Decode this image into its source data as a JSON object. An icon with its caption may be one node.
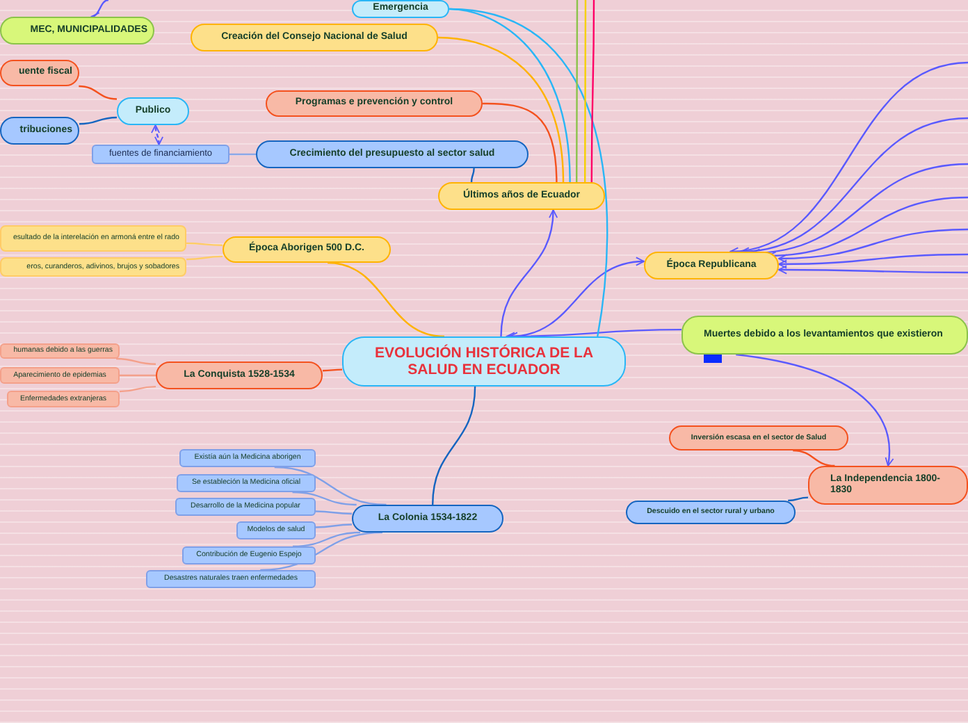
{
  "diagram": {
    "nodes": [
      {
        "text": [
          "Emergencia"
        ]
      },
      {
        "text": [
          "MEC, MUNICIPALIDADES"
        ]
      },
      {
        "text": [
          "Creación del Consejo Nacional de Salud"
        ]
      },
      {
        "text": [
          "uente fiscal"
        ]
      },
      {
        "text": [
          "Programas e prevención y control"
        ]
      },
      {
        "text": [
          "Publico"
        ]
      },
      {
        "text": [
          "tribuciones"
        ]
      },
      {
        "text": [
          "fuentes de financiamiento"
        ]
      },
      {
        "text": [
          "Crecimiento del presupuesto al sector salud"
        ]
      },
      {
        "text": [
          "Últimos años de Ecuador"
        ]
      },
      {
        "text": [
          "Época Aborigen 500 D.C."
        ]
      },
      {
        "text": [
          "esultado de la interelación en armoná entre el rado"
        ]
      },
      {
        "text": [
          "eros, curanderos, adivinos, brujos y sobadores"
        ]
      },
      {
        "text": [
          "Época Republicana"
        ]
      },
      {
        "text": [
          "Muertes debido a los levantamientos que existieron"
        ]
      },
      {
        "text": [
          "EVOLUCIÓN HISTÓRICA DE LA SALUD EN ECUADOR"
        ]
      },
      {
        "text": [
          "humanas debido a las guerras"
        ]
      },
      {
        "text": [
          "Aparecimiento de epidemias"
        ]
      },
      {
        "text": [
          "Enfermedades extranjeras"
        ]
      },
      {
        "text": [
          "La Conquista 1528-1534"
        ]
      },
      {
        "text": [
          "Inversión escasa en el sector de Salud"
        ]
      },
      {
        "text": [
          "Existía aún la Medicina aborigen"
        ]
      },
      {
        "text": [
          "Se estableción la Medicina oficial"
        ]
      },
      {
        "text": [
          "La Independencia 1800-1830"
        ]
      },
      {
        "text": [
          "Desarrollo de la Medicina popular"
        ]
      },
      {
        "text": [
          "Descuido en el sector rural y urbano"
        ]
      },
      {
        "text": [
          "La Colonia 1534-1822"
        ]
      },
      {
        "text": [
          "Modelos de salud"
        ]
      },
      {
        "text": [
          "Contribución de Eugenio Espejo"
        ]
      },
      {
        "text": [
          "Desastres naturales traen enfermedades"
        ]
      }
    ],
    "edges": [
      {
        "from": 15,
        "to": 10,
        "arrow": "none",
        "color": "#ffb300"
      },
      {
        "from": 10,
        "to": 11,
        "arrow": "none",
        "color": "#ffcc66"
      },
      {
        "from": 10,
        "to": 12,
        "arrow": "none",
        "color": "#ffcc66"
      },
      {
        "from": 15,
        "to": 19,
        "arrow": "none",
        "color": "#f4511e"
      },
      {
        "from": 19,
        "to": 16,
        "arrow": "none",
        "color": "#f4a08a"
      },
      {
        "from": 19,
        "to": 17,
        "arrow": "none",
        "color": "#f4a08a"
      },
      {
        "from": 19,
        "to": 18,
        "arrow": "none",
        "color": "#f4a08a"
      },
      {
        "from": 15,
        "to": 26,
        "arrow": "none",
        "color": "#1565c0"
      },
      {
        "from": 26,
        "to": 21,
        "arrow": "none",
        "color": "#7fa0e8"
      },
      {
        "from": 26,
        "to": 22,
        "arrow": "none",
        "color": "#7fa0e8"
      },
      {
        "from": 26,
        "to": 24,
        "arrow": "none",
        "color": "#7fa0e8"
      },
      {
        "from": 26,
        "to": 27,
        "arrow": "none",
        "color": "#7fa0e8"
      },
      {
        "from": 26,
        "to": 28,
        "arrow": "none",
        "color": "#7fa0e8"
      },
      {
        "from": 26,
        "to": 29,
        "arrow": "none",
        "color": "#7fa0e8"
      },
      {
        "from": 15,
        "to": 9,
        "arrow": "to"
      },
      {
        "from": 15,
        "to": 13,
        "arrow": "both"
      },
      {
        "from": 14,
        "to": 15,
        "arrow": "to"
      },
      {
        "from": 14,
        "to": 23,
        "arrow": "to"
      },
      {
        "from": 23,
        "to": 20,
        "arrow": "none",
        "color": "#f4511e"
      },
      {
        "from": 23,
        "to": 25,
        "arrow": "none",
        "color": "#1565c0"
      },
      {
        "from": 15,
        "to": 0,
        "arrow": "none",
        "color": "#29b6f6"
      },
      {
        "from": 9,
        "to": 8,
        "arrow": "none",
        "color": "#1565c0"
      },
      {
        "from": 9,
        "to": 4,
        "arrow": "none",
        "color": "#f4511e"
      },
      {
        "from": 9,
        "to": 2,
        "arrow": "none",
        "color": "#ffb300"
      },
      {
        "from": 9,
        "to": 0,
        "arrow": "none",
        "color": "#29b6f6"
      },
      {
        "from": 9,
        "to": null,
        "arrow": "none",
        "color": "#8bc34a"
      },
      {
        "from": 9,
        "to": null,
        "arrow": "none",
        "color": "#f5d000"
      },
      {
        "from": 9,
        "to": null,
        "arrow": "none",
        "color": "#ff0066"
      },
      {
        "from": 8,
        "to": 7,
        "arrow": "none",
        "color": "#8aa8e8"
      },
      {
        "from": 7,
        "to": 5,
        "arrow": "both",
        "style": "dashed"
      },
      {
        "from": 5,
        "to": 3,
        "arrow": "none",
        "color": "#f4511e"
      },
      {
        "from": 5,
        "to": 6,
        "arrow": "none",
        "color": "#1565c0"
      },
      {
        "from": null,
        "to": 1,
        "arrow": "to"
      },
      {
        "from": null,
        "to": 13,
        "arrow": "to"
      },
      {
        "from": null,
        "to": 13,
        "arrow": "to"
      },
      {
        "from": null,
        "to": 13,
        "arrow": "to"
      },
      {
        "from": null,
        "to": 13,
        "arrow": "to"
      },
      {
        "from": null,
        "to": 13,
        "arrow": "to"
      },
      {
        "from": null,
        "to": 13,
        "arrow": "to"
      },
      {
        "from": null,
        "to": 13,
        "arrow": "to"
      }
    ]
  }
}
